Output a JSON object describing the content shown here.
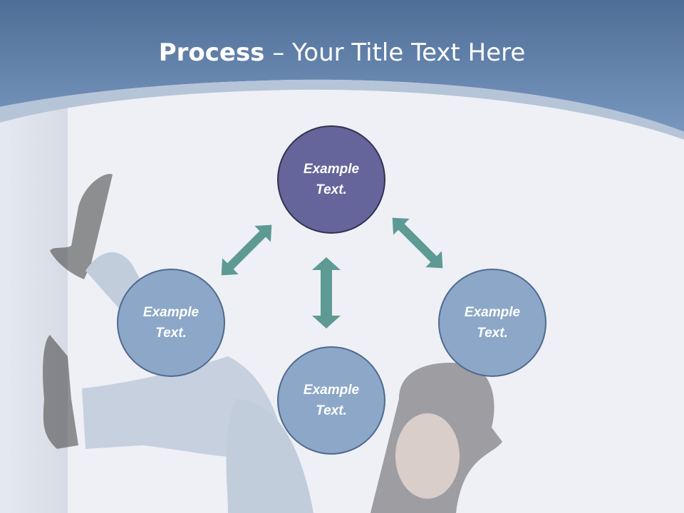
{
  "slide": {
    "title_bold": "Process",
    "title_rest": " – Your Title Text Here"
  },
  "nodes": {
    "top": {
      "line1": "Example",
      "line2": "Text."
    },
    "left": {
      "line1": "Example",
      "line2": "Text."
    },
    "right": {
      "line1": "Example",
      "line2": "Text."
    },
    "bottom": {
      "line1": "Example",
      "line2": "Text."
    }
  },
  "colors": {
    "header": "#6a8ab2",
    "top_node": "#65659b",
    "other_nodes": "#8ca7c8",
    "arrows": "#5e9a94"
  }
}
